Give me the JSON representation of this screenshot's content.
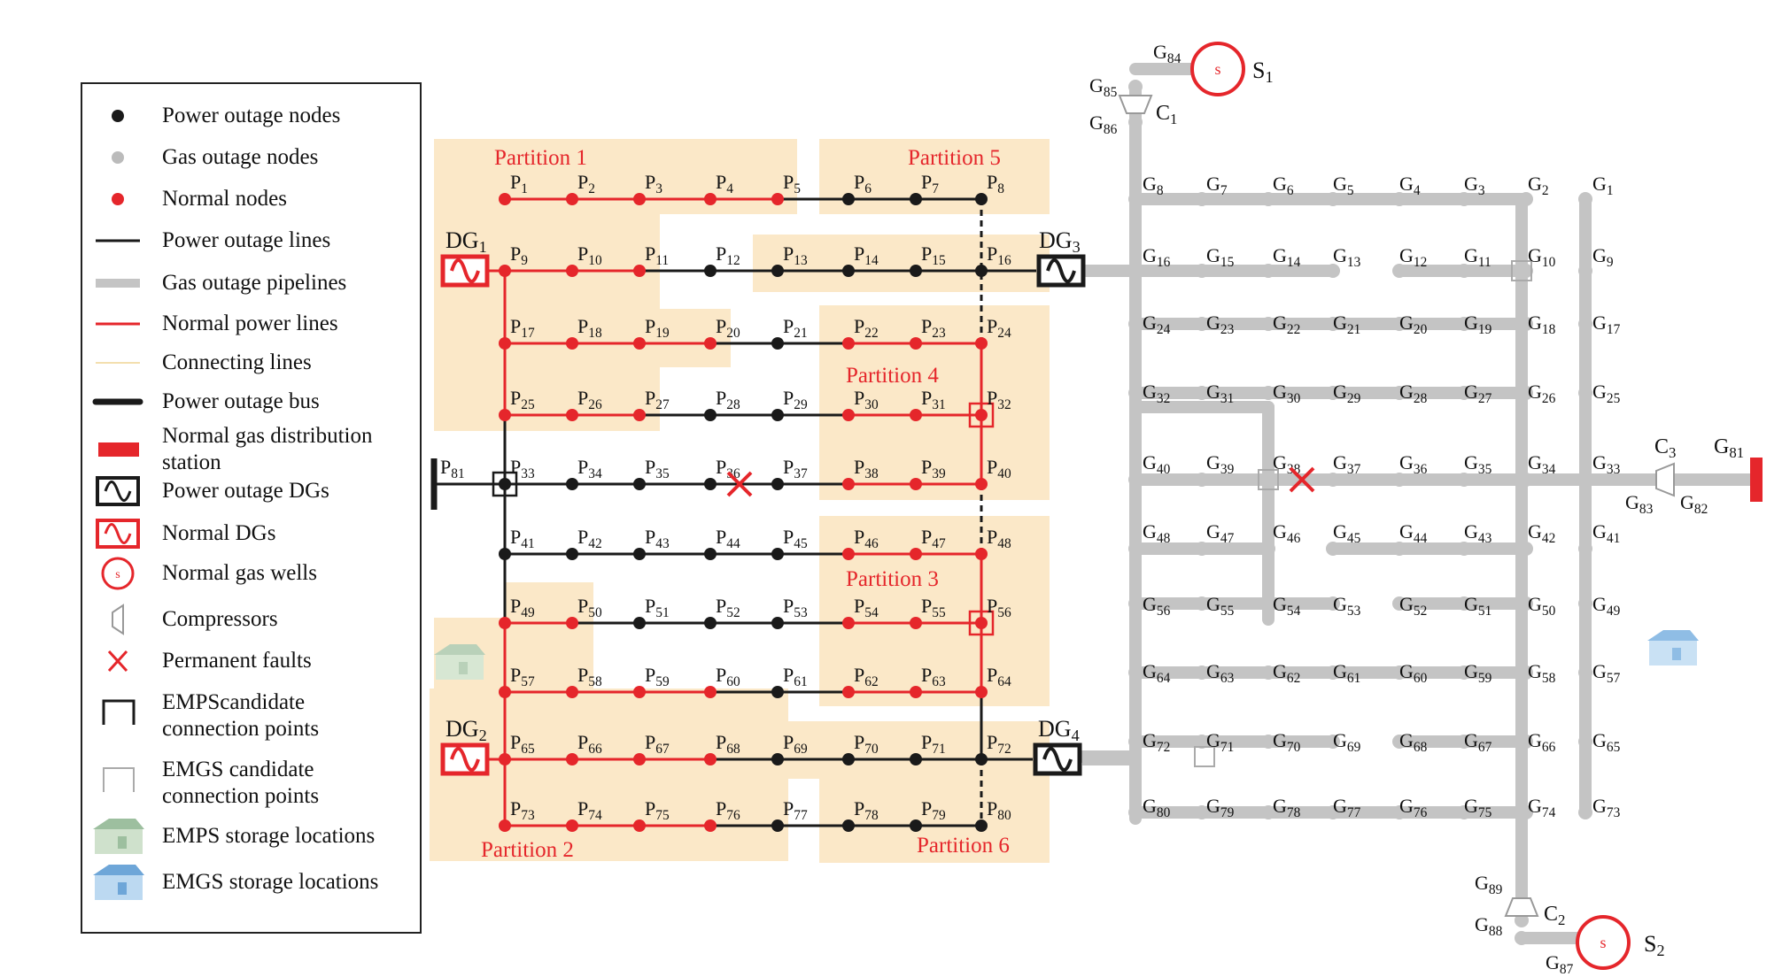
{
  "legend": {
    "items": [
      {
        "label": "Power outage nodes"
      },
      {
        "label": "Gas outage nodes"
      },
      {
        "label": "Normal nodes"
      },
      {
        "label": "Power outage lines"
      },
      {
        "label": "Gas outage pipelines"
      },
      {
        "label": "Normal power lines"
      },
      {
        "label": "Connecting lines"
      },
      {
        "label": "Power outage bus"
      },
      {
        "label": "Normal gas distribution\nstation"
      },
      {
        "label": "Power outage DGs"
      },
      {
        "label": "Normal DGs"
      },
      {
        "label": "Normal gas wells"
      },
      {
        "label": "Compressors"
      },
      {
        "label": "Permanent faults"
      },
      {
        "label": "EMPScandidate\nconnection points"
      },
      {
        "label": "EMGS candidate\nconnection points"
      },
      {
        "label": "EMPS storage locations"
      },
      {
        "label": "EMGS storage locations"
      }
    ]
  },
  "partitions": [
    "Partition 1",
    "Partition 5",
    "Partition 4",
    "Partition 3",
    "Partition 2",
    "Partition 6"
  ],
  "dgs": [
    "DG1",
    "DG3",
    "DG2",
    "DG4"
  ],
  "power_bus_label": "P81",
  "gas_station_label": "G81",
  "wells": [
    "S1",
    "S2"
  ],
  "compressors": [
    "C1",
    "C2",
    "C3"
  ],
  "colors": {
    "normal": "#e5262b",
    "outage": "#1a1a1a",
    "gas": "#c4c4c4",
    "partition": "#fbe8c8",
    "emps_roof": "#9dbf9f",
    "emgs_roof": "#5f9bd0"
  }
}
